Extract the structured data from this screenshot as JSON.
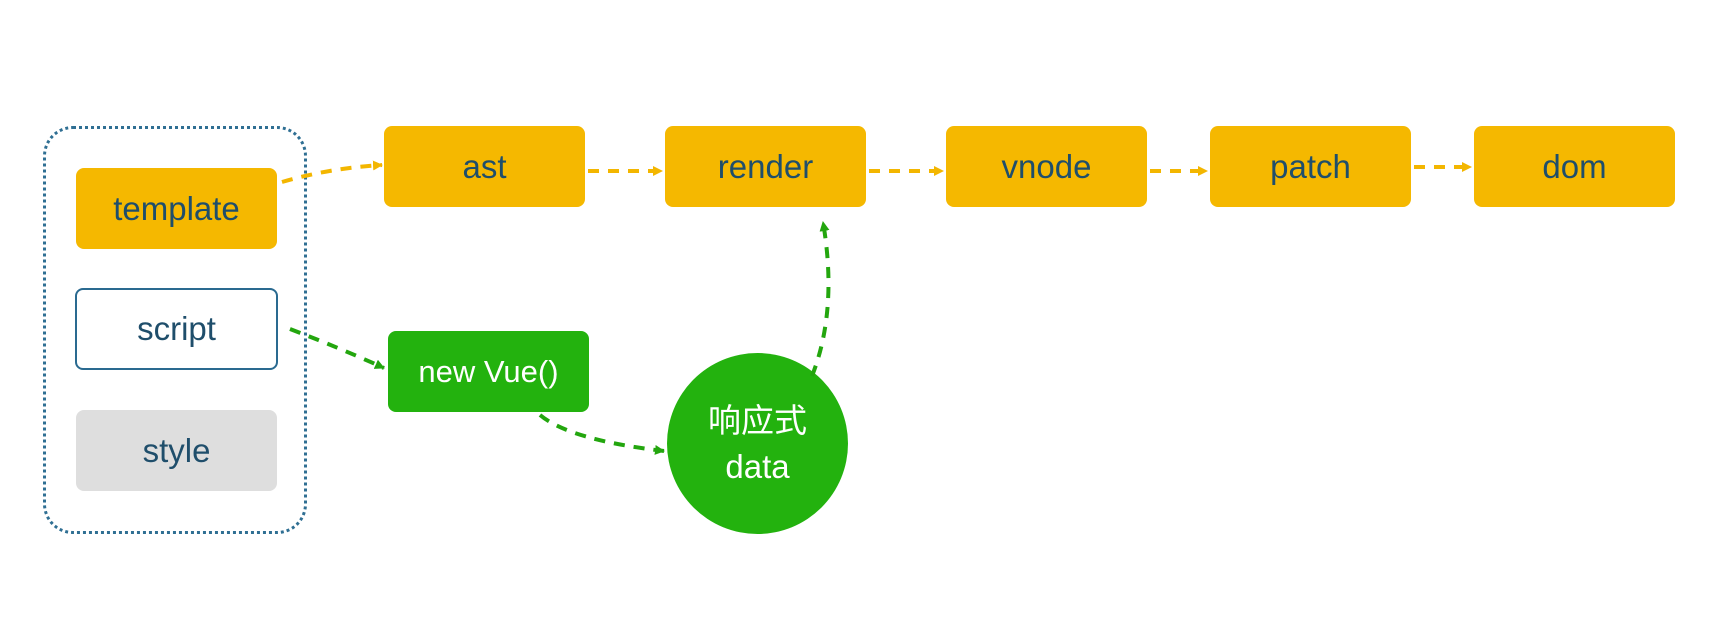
{
  "nodes": {
    "template": "template",
    "script": "script",
    "style": "style",
    "ast": "ast",
    "render": "render",
    "vnode": "vnode",
    "patch": "patch",
    "dom": "dom",
    "new_vue": "new Vue()",
    "reactive_data_line1": "响应式",
    "reactive_data_line2": "data"
  },
  "colors": {
    "yellow": "#f5b800",
    "green": "#23b20e",
    "grey": "#dedede",
    "text_dark_blue": "#1f4e6b",
    "outline_blue": "#2a6a90",
    "yellow_arrow": "#f3b600",
    "green_arrow": "#23a60e"
  }
}
